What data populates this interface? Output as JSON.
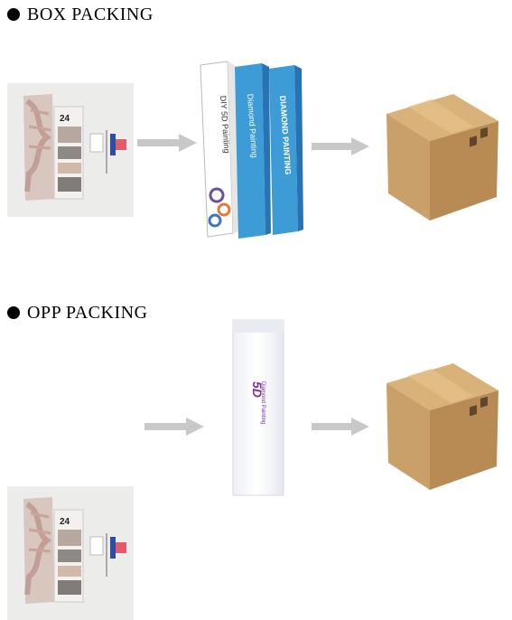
{
  "sections": {
    "box": {
      "title": "BOX PACKING"
    },
    "opp": {
      "title": "OPP PACKING"
    }
  },
  "kit": {
    "number": "24"
  },
  "tubes": {
    "white_label": "DIY 5D Painting",
    "mid_label": "Diamond Painting",
    "right_label": "DIAMOND PAINTING"
  },
  "opp_bag": {
    "brand": "5D",
    "small_text": "Diamond Painting"
  },
  "colors": {
    "arrow": "#c8c8c8",
    "carton": "#c9a06a",
    "carton_dark": "#a9814f",
    "carton_light": "#d9b27a",
    "tube_blue": "#3d9bd6",
    "tube_blue_dark": "#2873b3"
  }
}
